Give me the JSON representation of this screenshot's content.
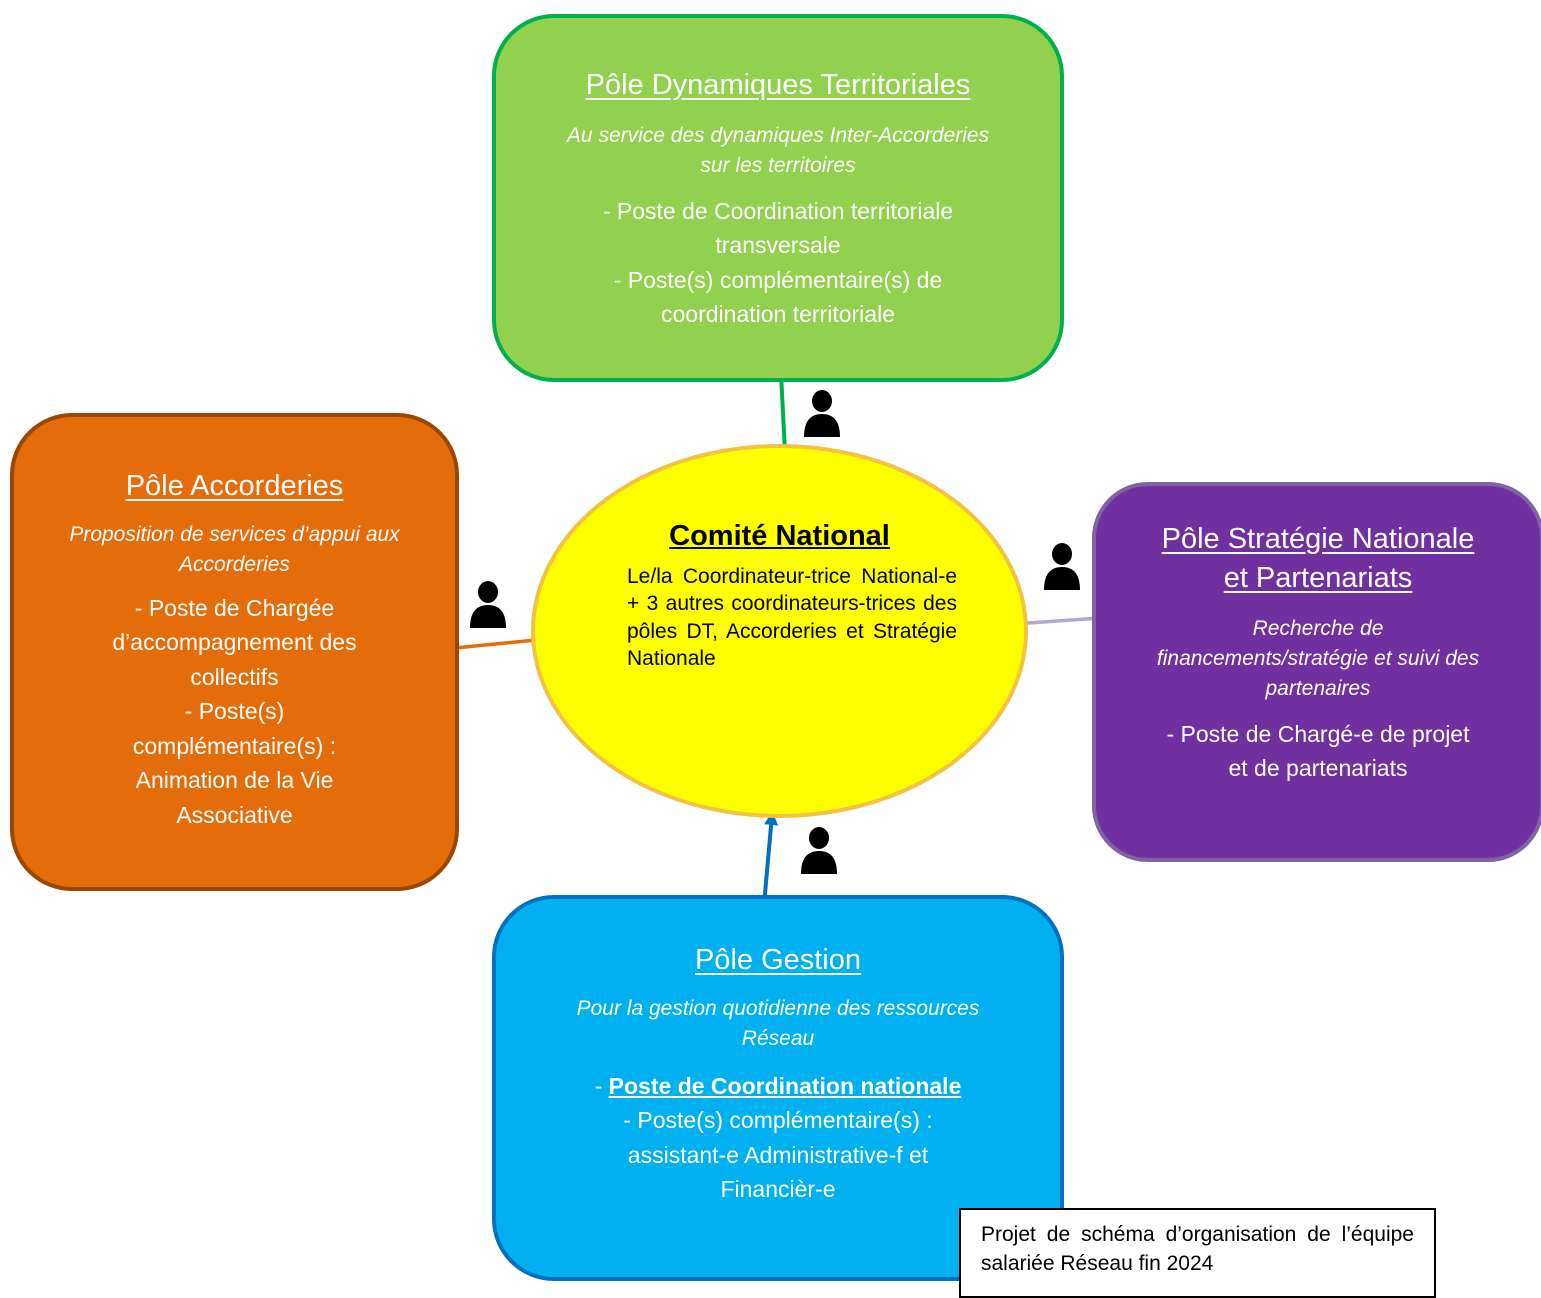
{
  "dynamiques": {
    "title": "Pôle Dynamiques Territoriales",
    "subtitle": "Au service des dynamiques Inter-Accorderies sur les territoires",
    "posts": [
      "- Poste de Coordination territoriale",
      "transversale",
      "- Poste(s) complémentaire(s) de",
      "coordination territoriale"
    ],
    "color": "#92d050"
  },
  "accorderies": {
    "title": "Pôle Accorderies",
    "subtitle": "Proposition de services d’appui aux Accorderies",
    "posts": [
      "- Poste de Chargée",
      "d’accompagnement des",
      "collectifs",
      "- Poste(s)",
      "complémentaire(s) :",
      "Animation de la Vie",
      "Associative"
    ],
    "color": "#e46c0a"
  },
  "strategie": {
    "title_line1": "Pôle Stratégie Nationale",
    "title_line2": "et Partenariats",
    "subtitle": "Recherche de financements/stratégie et suivi des partenaires",
    "posts": [
      "- Poste de Chargé-e de projet",
      "et de partenariats"
    ],
    "color": "#7030a0"
  },
  "gestion": {
    "title": "Pôle Gestion",
    "subtitle": "Pour la gestion quotidienne des ressources Réseau",
    "post_bold_prefix": "- ",
    "post_bold": "Poste de Coordination nationale",
    "posts": [
      "- Poste(s) complémentaire(s) :",
      "assistant-e Administrative-f et",
      "Financièr-e"
    ],
    "color": "#00b0f0"
  },
  "committee": {
    "title": "Comité National",
    "text": "Le/la Coordinateur-trice National-e + 3 autres coordinateurs-trices des pôles DT, Accorderies et Stratégie Nationale",
    "color": "#ffff00"
  },
  "note": {
    "text": "Projet de schéma d’organisation de l’équipe salariée Réseau fin 2024"
  },
  "icons": {
    "person": "person-icon"
  }
}
